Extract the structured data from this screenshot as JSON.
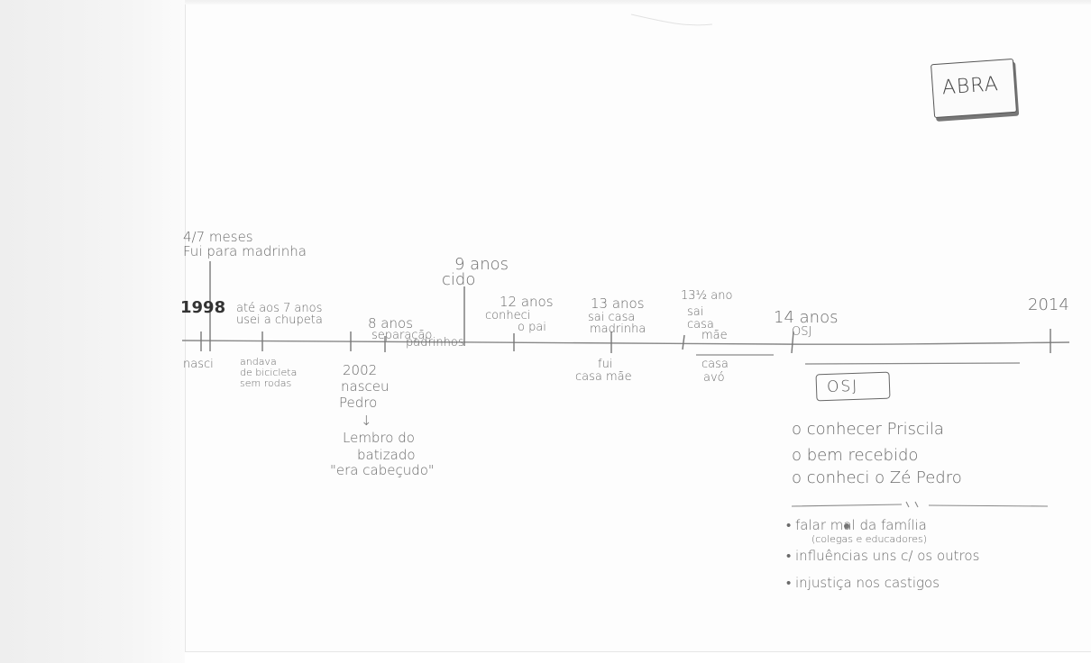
{
  "badge": {
    "label": "ABRA"
  },
  "timeline": {
    "start_year": "1998",
    "end_year": "2014",
    "above": {
      "months": "4/7 meses",
      "madrinha": "Fui para madrinha",
      "pacifier": "até aos 7 anos usei a chupeta",
      "eight_line1": "8 anos",
      "eight_line2": "separação",
      "eight_line3": "padrinhos",
      "nine_line1": "9 anos",
      "nine_line2": "cido",
      "twelve_line1": "12 anos",
      "twelve_line2": "conheci",
      "twelve_line3": "o pai",
      "thirteen_line1": "13 anos",
      "thirteen_line2": "sai casa",
      "thirteen_line3": "madrinha",
      "thirteen_half_line1": "13½ ano",
      "thirteen_half_line2": "sai",
      "thirteen_half_line3": "casa",
      "thirteen_half_line4": "mãe",
      "fourteen_line1": "14 anos",
      "fourteen_line2": "OSJ"
    },
    "below": {
      "born": "nasci",
      "bike_line1": "andava",
      "bike_line2": "de bicicleta",
      "bike_line3": "sem rodas",
      "year_2002": "2002",
      "nasceu": "nasceu",
      "pedro": "Pedro",
      "arrow": "↓",
      "lembro": "Lembro do",
      "batizado": "batizado",
      "quote": "\"era cabeçudo\"",
      "fui_line1": "fui",
      "fui_line2": "casa mãe",
      "avo_line1": "casa",
      "avo_line2": "avó"
    }
  },
  "osj": {
    "title": "OSJ",
    "list_one": [
      "o conhecer Priscila",
      "o bem recebido",
      "o conheci o Zé Pedro"
    ],
    "list_two": [
      "• falar mal da família",
      "(colegas e educadores)",
      "• influências uns c/ os outros",
      "• injustiça nos castigos"
    ]
  }
}
